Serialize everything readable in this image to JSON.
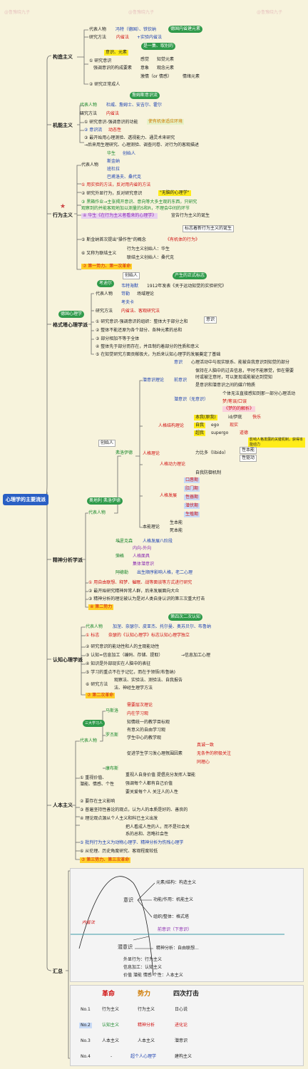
{
  "title": "心理学的主要流派",
  "watermark": "@鲁豫晓九子",
  "colors": {
    "root": "#2a5fc4",
    "branch_line": "#5a5a5a",
    "green_tag": "#2f9a4a",
    "red": "#d01010",
    "blue": "#1a3fb0"
  },
  "branches": {
    "construct": "构造主义",
    "function": "机能主义",
    "behavior": "行为主义",
    "gestalt": "格式塔心理学派",
    "psycho": "精神分析学派",
    "cognitive": "认知心理学派",
    "humanistic": "人本主义",
    "summary": "汇总"
  },
  "construct": {
    "rep_label": "代表人物",
    "rep_names": "冯特（德国）、铁钦纳",
    "rep_tag": "德国内省建元素",
    "method_label": "研究方法",
    "method1": "内省法",
    "method2": "+实验内省法",
    "tag_exp": "意识、元素",
    "tag_one": "是一集、取别的",
    "p1a": "① 研究意识",
    "p1b": "强调意识的构成要素",
    "el1": "感觉",
    "el1b": "知觉元素",
    "el2": "意象",
    "el2b": "观念元素",
    "el3": "激情（or 情感）",
    "el3b": "情绪元素",
    "p2": "② 研究正常成人"
  },
  "function": {
    "tag": "詹姆斯意识流",
    "rep_label": "代表人物",
    "rep_names": "杜威、詹姆士、安吉尔、霍尔",
    "method_label": "研究方法",
    "method": "内省法",
    "p1": "① 研究意识-强调意识的功能",
    "p1b": "使有机体适应环境",
    "p2": "② 意识流",
    "p2b": "动态性",
    "p3": "③ 最开始用心理测验、透视能力、通灵术来研究",
    "p3b": "→后来用生理研究、心理测验、调查问卷、对行为的客观描述"
  },
  "behavior": {
    "rep_label": "代表人物",
    "n1": "华生",
    "n1b": "创始人",
    "n2": "斯金纳",
    "n3": "班杜拉",
    "n4": "巴甫洛夫、桑代克",
    "p1": "① 用实验的方法，反对用内省的方法",
    "p2": "② 研究外显行为，反对研究意识",
    "p2b": "\"无脑的心理学\"",
    "p3": "③ 黑箱作业→主张揭开意识、意向等大多主观的东西，只研究",
    "p3b": "观察到的并能客观地加以测量的S和R，不理会中间的环节",
    "p4": "④ 华生《在行为主义者看来的心理学》",
    "p4b": "宣告行为主义的诞生",
    "tag_new": "标志着新行为主义的诞生",
    "p5": "⑤ 斯金纳首次提出\"操作性\"的概念",
    "p5b": "《有机体的行为》",
    "p6": "⑥ 又称为联结主义",
    "p6a": "行为主义创始人：华生",
    "p6b": "联结主义创始人：桑代克",
    "p7": "⑦ 第一势力、第一次革命"
  },
  "gestalt": {
    "tag_de": "德国心理学",
    "tag_found": "创始人",
    "tag_moved": "考迪尔",
    "tag_birth": "产生的正式标志",
    "rep_label": "代表人物",
    "n1": "韦特海默",
    "n1b": "1912年发表《关于运动知觉的实验研究》",
    "n2": "苛勒",
    "n2b": "场域理论",
    "n3": "考夫卡",
    "method_label": "研究方法",
    "method": "内省法、客观研究法",
    "tag_conscious": "意识",
    "p1": "① 研究意识-强调意识的组织：整体大于部分之和",
    "p2": "② 整体不能还原为各个部分、各种元素的总和",
    "p3": "③ 部分相加不等于全体",
    "p4": "④ 整体先于部分而存在，并且制约着部分的性质和意义",
    "p5": "⑤ 在知觉研究方面贡献极大，为后来认知心理学的发展奠定了基础"
  },
  "psycho": {
    "rep_label": "代表人物",
    "tag_rep": "奥地利 弗洛伊德",
    "freud": "弗洛伊德",
    "freud_tag": "创始人",
    "t1": "潜意识理论",
    "c1": "意识",
    "c1b": "心理活动中与现实联系、能被自我意识到知觉的部分",
    "c2": "前意识",
    "c2b": "保持在人脑中的过去信息，平时不能察觉，但在需要",
    "c2c": "时或被注意时，可以复现或能被达到觉知",
    "c2d": "是意识和潜意识之间的媒介物质",
    "c3": "潜意识（无意识）",
    "c3b": "个体无法直接感知到那一部分心理活动",
    "c3c": "梦/笔误/口误",
    "c3d": "《梦的的解析》",
    "t2": "人格结构理论",
    "s1": "本我(原我)",
    "s1b": "id/伊底",
    "s1c": "快乐",
    "s2": "自我",
    "s2b": "ego",
    "s2c": "现实",
    "s3": "超我",
    "s3b": "supergo",
    "s3c": "道德",
    "s_tag": "影响人格发展的关键机制，获得本能动力",
    "pers": "人格理论",
    "t3": "人格动力理论",
    "d1": "力比多（libido）",
    "d1a": "性本能",
    "d1b": "性驱动",
    "d2": "自我防御机制",
    "t4": "人格发展",
    "st1": "口唇期",
    "st2": "肛门期",
    "st3": "性器期",
    "st4": "潜伏期",
    "st5": "生殖期",
    "t5": "本能理论",
    "i1": "生本能",
    "i2": "死本能",
    "erik": "埃里克森",
    "erik_b": "人格发展八阶段",
    "jung": "荣格",
    "jung1": "内向-外向",
    "jung2": "人格面具",
    "jung3": "集体潜意识",
    "adler": "阿德勒",
    "adler_b": "出生顺序影响人格，老二心理",
    "p1": "① 用自由联想、释梦、催眠、战等面谈等方式进行研究",
    "p2": "② 最开始研究精神异常人群，后来发展面向大众",
    "p3": "③ 精神分析的理论被认为是对人类自身认识的第三次重大打击",
    "p4": "④ 第二势力"
  },
  "cognitive": {
    "tag_rev": "第四次二次认知",
    "rep_label": "代表人物",
    "names": "加涅、奈瑟尔、皮亚杰、托尔曼、奥苏贝尔、布鲁纳",
    "p1": "① 标志",
    "p1b": "奈瑟的《认知心理学》标志认知心理学独立",
    "p2": "② 研究意识的能动性和人的主观能动性",
    "p3": "③ 认知=信息加工（编码、存储、提取）",
    "p3b": "→信息加工心理",
    "p4": "④ 知识是外部现实在人脑中的表征",
    "p5": "⑤ 学习的重点不在于记忆，而在于领悟(布鲁纳)",
    "p6": "⑥ 研究方法",
    "p6a": "观察法、实验法、测验法、自我报告",
    "p6b": "法、神经生理学方法",
    "p7": "⑦ 第二次革命"
  },
  "humanistic": {
    "tag_third": "三大学习人",
    "rep_label": "代表人物",
    "maslow": "马斯洛",
    "mas1": "需要层次理论",
    "mas2": "内在学习观",
    "rogers": "罗杰斯",
    "r1": "知情统一的教学目标观",
    "r2": "有意义的自由学习观",
    "r3": "学生中心的教学观",
    "r4": "促进学生学习发心理氛围因素",
    "r4a": "真诚一致",
    "r4b": "无条件的积极关注",
    "r4c": "同理心",
    "kangbu": "康布斯",
    "p1": "① 重视价值、",
    "p1b": "潜能、情感、个性",
    "p1c": "重视人自身价值 提倡充分发挥人潜能",
    "p1d": "强调每个人都有自己价值",
    "p1e": "要关爱每个人 关注人的人性",
    "p2": "② 要存在主义影响",
    "p3": "③ 普遍坚持性善论的观点，认为人的本质是好的、善良的",
    "p4": "④ 理论观点源从个人主义和科已主义出发",
    "p4a": "把人看成人性的人，而不是社会关",
    "p4b": "系的总和、忽略社会性",
    "p5": "⑤ 批判行为主义为动物心理学、精神分析为伤残心理学",
    "p6": "⑥ 从伦理、历史角度研究、客观程度较低",
    "p7": "⑦ 第三势力、第三次革命"
  },
  "summary": {
    "d_inner": "内省法",
    "d_yuansu": "元素/结构：构造主义",
    "d_func": "功能/作用：机能主义",
    "d_zuzhi": "组织/整体：格式塔",
    "d_conscious": "意识",
    "d_pre": "前意识（下意识）",
    "d_sub": "潜意识",
    "d_psy": "精神分析：自由联想...",
    "l1": "外显行为：行为主义",
    "l2": "信息加工：认知主义",
    "l3": "价值 潜能 情感 个性：人本主义",
    "table_head": [
      "革命",
      "势力",
      "四次打击"
    ],
    "table": [
      [
        "No.1",
        "行为主义",
        "行为主义",
        "日心说"
      ],
      [
        "No.2",
        "认知主义",
        "精神分析",
        "进化论"
      ],
      [
        "No.3",
        "人本主义",
        "人本主义",
        "潜意识"
      ],
      [
        "No.4",
        "-",
        "超个人心理学",
        "建构主义"
      ]
    ]
  }
}
